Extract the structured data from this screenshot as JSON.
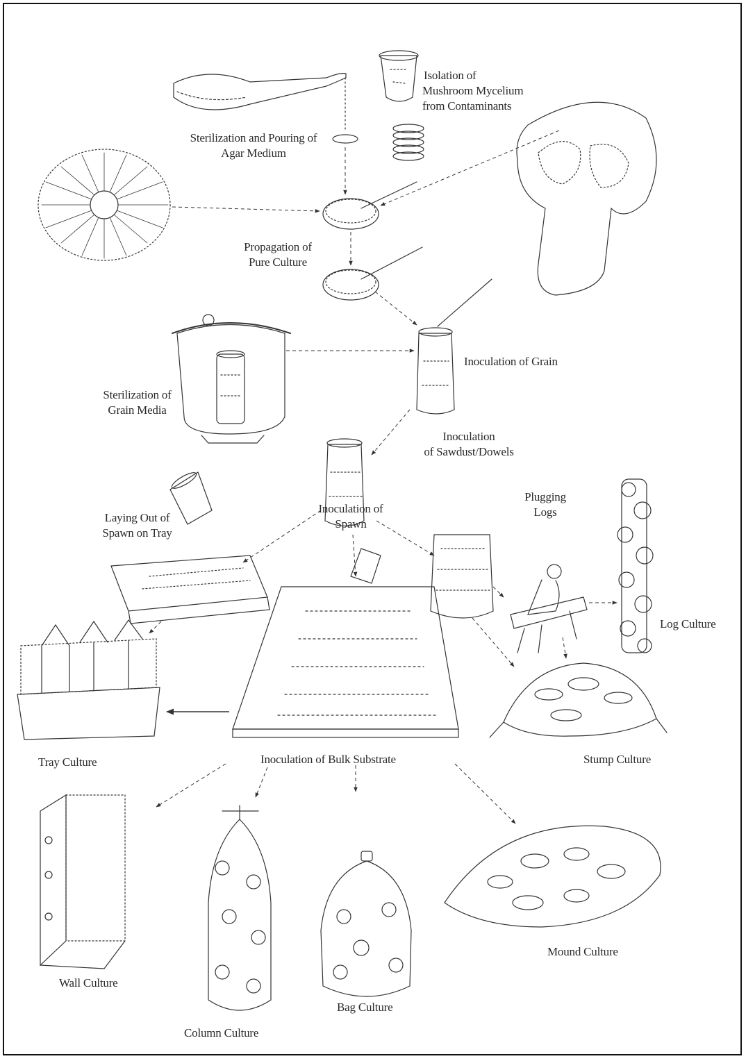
{
  "labels": {
    "isolation": [
      "Isolation of",
      "Mushroom Mycelium",
      "from Contaminants"
    ],
    "sterilization_agar": [
      "Sterilization and Pouring of",
      "Agar Medium"
    ],
    "propagation": [
      "Propagation of",
      "Pure Culture"
    ],
    "inoculation_grain": "Inoculation of Grain",
    "sterilization_grain": [
      "Sterilization of",
      "Grain Media"
    ],
    "inoculation_sawdust": [
      "Inoculation",
      "of Sawdust/Dowels"
    ],
    "laying_out": [
      "Laying Out of",
      "Spawn on Tray"
    ],
    "inoculation_spawn": [
      "Inoculation of",
      "Spawn"
    ],
    "plugging_logs": [
      "Plugging",
      "Logs"
    ],
    "log_culture": "Log Culture",
    "tray_culture": "Tray Culture",
    "bulk_substrate": "Inoculation of Bulk Substrate",
    "stump_culture": "Stump Culture",
    "wall_culture": "Wall Culture",
    "column_culture": "Column Culture",
    "bag_culture": "Bag Culture",
    "mound_culture": "Mound Culture"
  }
}
